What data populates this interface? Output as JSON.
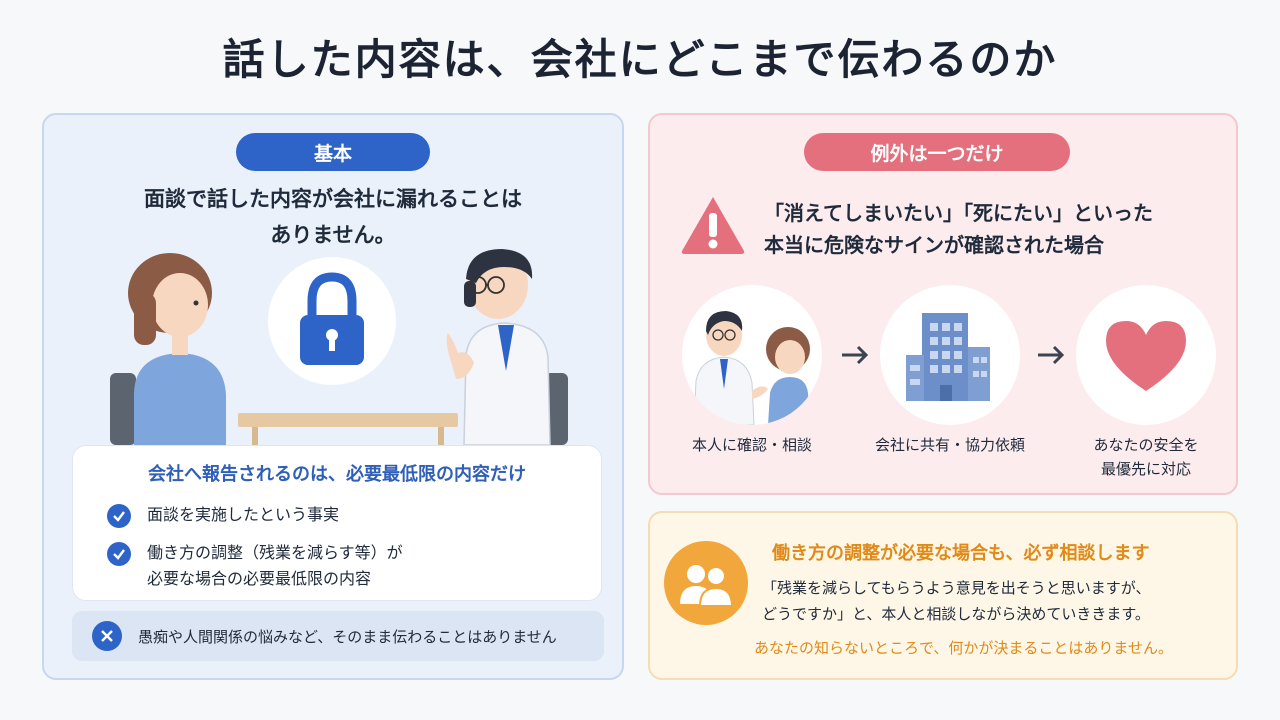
{
  "title": "話した内容は、会社にどこまで伝わるのか",
  "basic": {
    "badge": "基本",
    "lead_line1": "面談で話した内容が会社に漏れることは",
    "lead_line2": "ありません。",
    "report_title": "会社へ報告されるのは、必要最低限の内容だけ",
    "items": [
      {
        "line1": "面談を実施したという事実",
        "line2": ""
      },
      {
        "line1": "働き方の調整（残業を減らす等）が",
        "line2": "必要な場合の必要最低限の内容"
      }
    ],
    "not_shared": "愚痴や人間関係の悩みなど、そのまま伝わることはありません"
  },
  "exception": {
    "badge": "例外は一つだけ",
    "warn_line1": "「消えてしまいたい」「死にたい」といった",
    "warn_line2": "本当に危険なサインが確認された場合",
    "steps": [
      {
        "label_line1": "本人に確認・相談",
        "label_line2": ""
      },
      {
        "label_line1": "会社に共有・協力依頼",
        "label_line2": ""
      },
      {
        "label_line1": "あなたの安全を",
        "label_line2": "最優先に対応"
      }
    ]
  },
  "adjust": {
    "title": "働き方の調整が必要な場合も、必ず相談します",
    "body_line1": "「残業を減らしてもらうよう意見を出そうと思いますが、",
    "body_line2": "どうですか」と、本人と相談しながら決めていききます。",
    "foot": "あなたの知らないところで、何かが決まることはありません。"
  },
  "colors": {
    "blue": "#2e63c8",
    "red": "#e4707e",
    "orange": "#f1a73b"
  }
}
